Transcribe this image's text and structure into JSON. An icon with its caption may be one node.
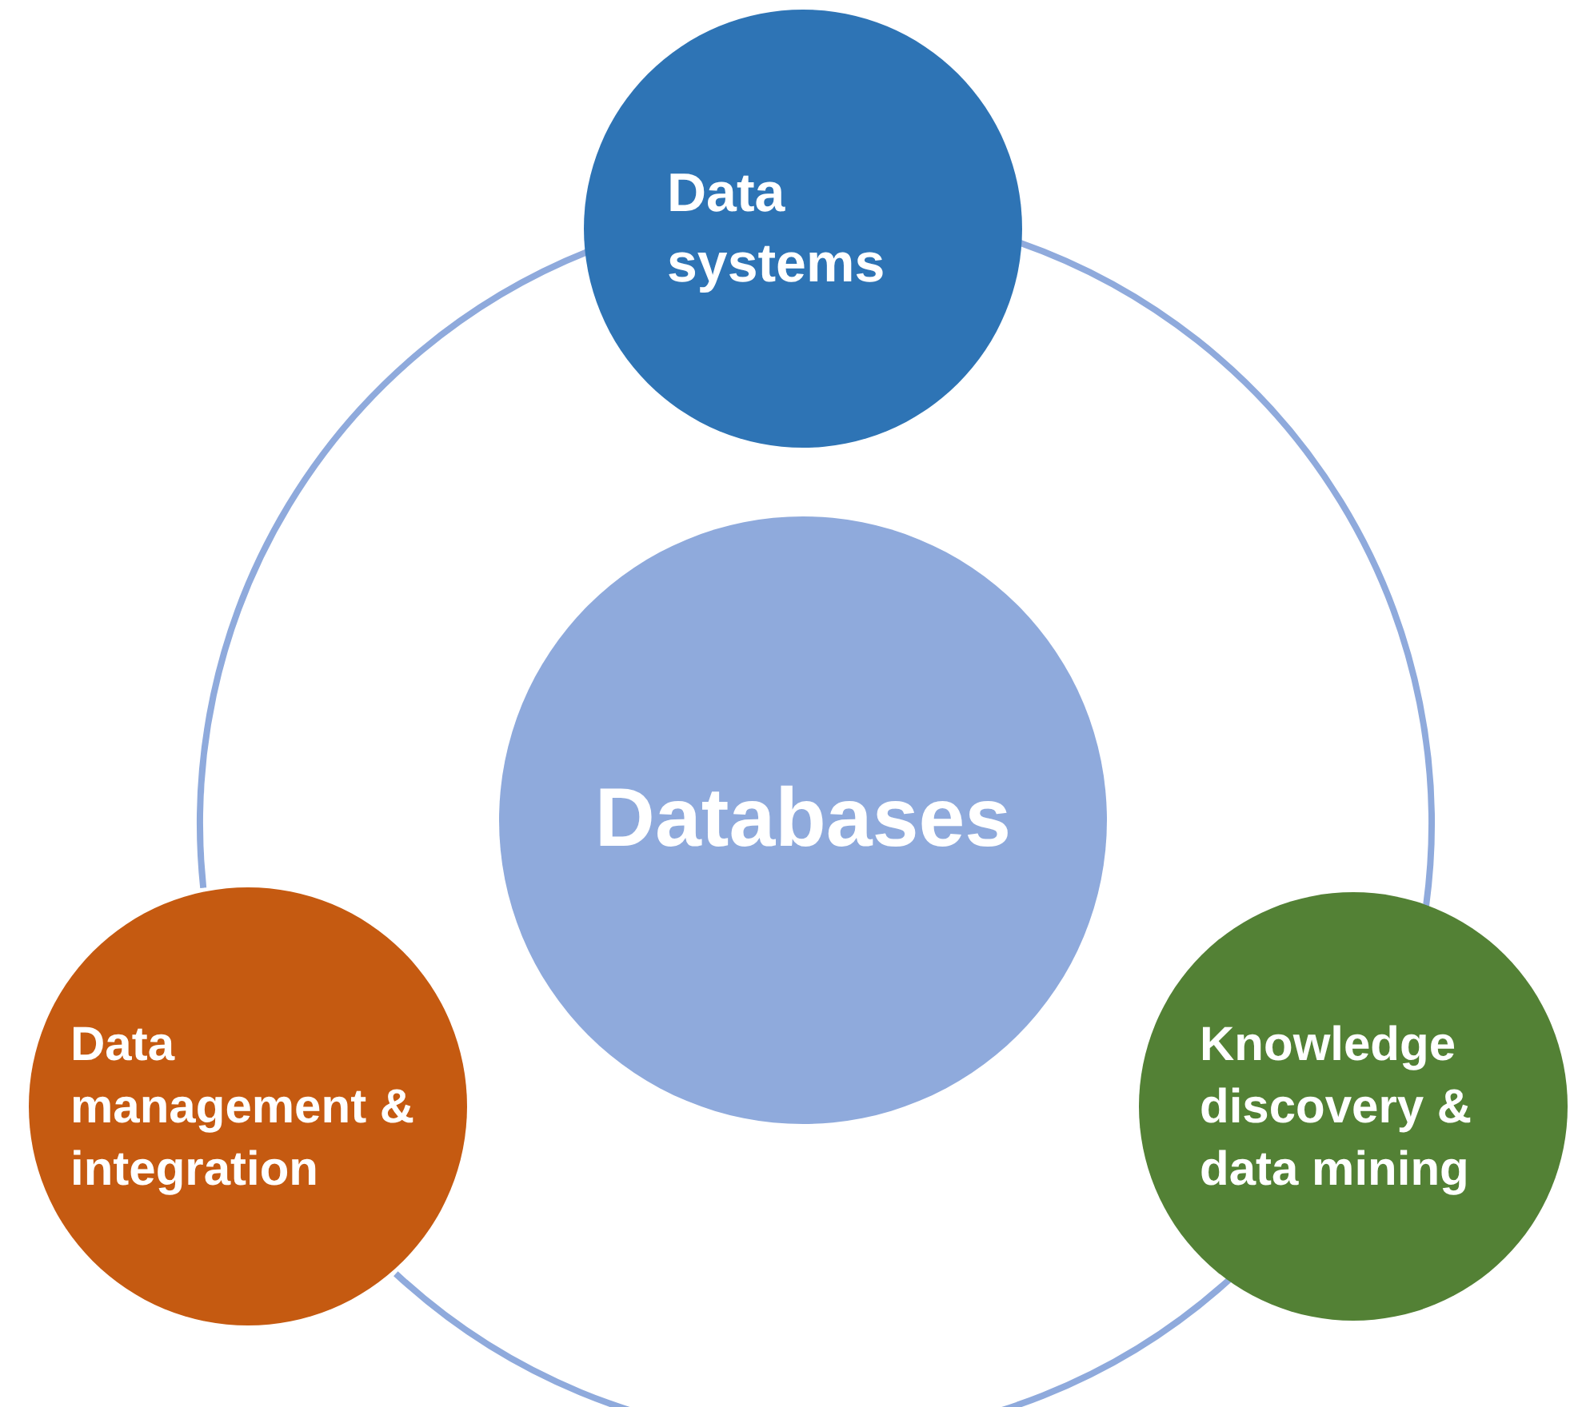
{
  "diagram": {
    "nodes": [
      {
        "text": [
          "Data systems"
        ]
      },
      {
        "text": [
          "Databases"
        ]
      },
      {
        "text": [
          "Data management & integration"
        ]
      },
      {
        "text": [
          "Knowledge discovery & data mining"
        ]
      }
    ],
    "edges": [
      {
        "from": 0,
        "to": 3,
        "arrow": "none"
      },
      {
        "from": 3,
        "to": 2,
        "arrow": "none"
      },
      {
        "from": 2,
        "to": 0,
        "arrow": "none"
      }
    ]
  }
}
